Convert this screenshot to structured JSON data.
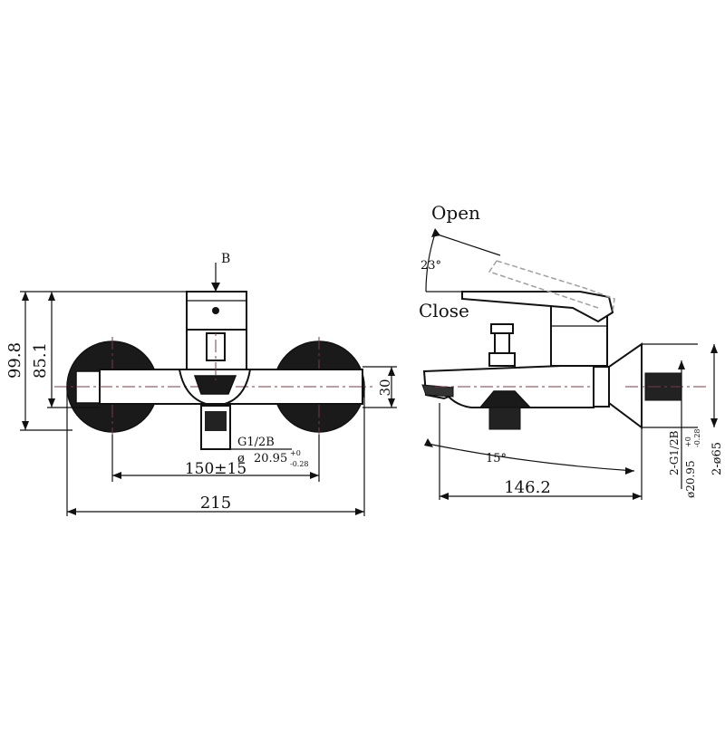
{
  "front_view": {
    "label_b": "B",
    "dim_height_total": "99.8",
    "dim_height_body": "85.1",
    "dim_body_height": "30",
    "dim_center_distance": "150±15",
    "dim_overall_width": "215",
    "thread_label": "G1/2B",
    "diameter_prefix": "ø",
    "diameter_value": "20.95",
    "tol_upper": "+0",
    "tol_lower": "-0.28"
  },
  "side_view": {
    "label_open": "Open",
    "label_close": "Close",
    "angle_handle": "23°",
    "angle_spout": "15°",
    "dim_depth": "146.2",
    "thread_label": "2-G1/2B",
    "diameter_label": "ø20.95",
    "tol_upper": "+0",
    "tol_lower": "-0.28",
    "flange_label": "2-ø65"
  }
}
